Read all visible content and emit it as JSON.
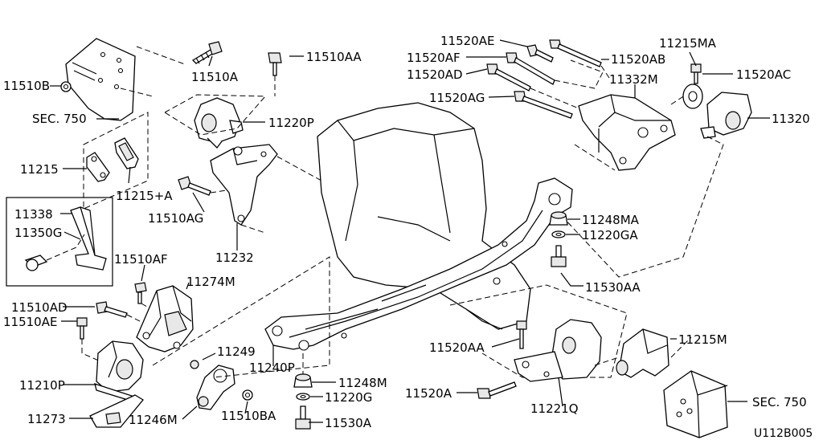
{
  "labels": {
    "p11510B": "11510B",
    "p11510A": "11510A",
    "p11510AA": "11510AA",
    "sec750_top": "SEC. 750",
    "p11220P": "11220P",
    "p11215": "11215",
    "p11215A": "11215+A",
    "p11510AG": "11510AG",
    "p11232": "11232",
    "p11338": "11338",
    "p11350G": "11350G",
    "p11510AF": "11510AF",
    "p11274M": "11274M",
    "p11510AD": "11510AD",
    "p11510AE": "11510AE",
    "p11249": "11249",
    "p11210P": "11210P",
    "p11240P": "11240P",
    "p11273": "11273",
    "p11246M": "11246M",
    "p11510BA": "11510BA",
    "p11248M": "11248M",
    "p11220G": "11220G",
    "p11530A": "11530A",
    "p11520AE": "11520AE",
    "p11520AF": "11520AF",
    "p11520AB": "11520AB",
    "p11520AD": "11520AD",
    "p11332M": "11332M",
    "p11520AG": "11520AG",
    "p11215MA": "11215MA",
    "p11520AC": "11520AC",
    "p11320": "11320",
    "p11248MA": "11248MA",
    "p11220GA": "11220GA",
    "p11530AA": "11530AA",
    "p11520AA": "11520AA",
    "p11215M": "11215M",
    "p11520A": "11520A",
    "p11221Q": "11221Q",
    "sec750_bottom": "SEC. 750",
    "code": "U112B005"
  }
}
